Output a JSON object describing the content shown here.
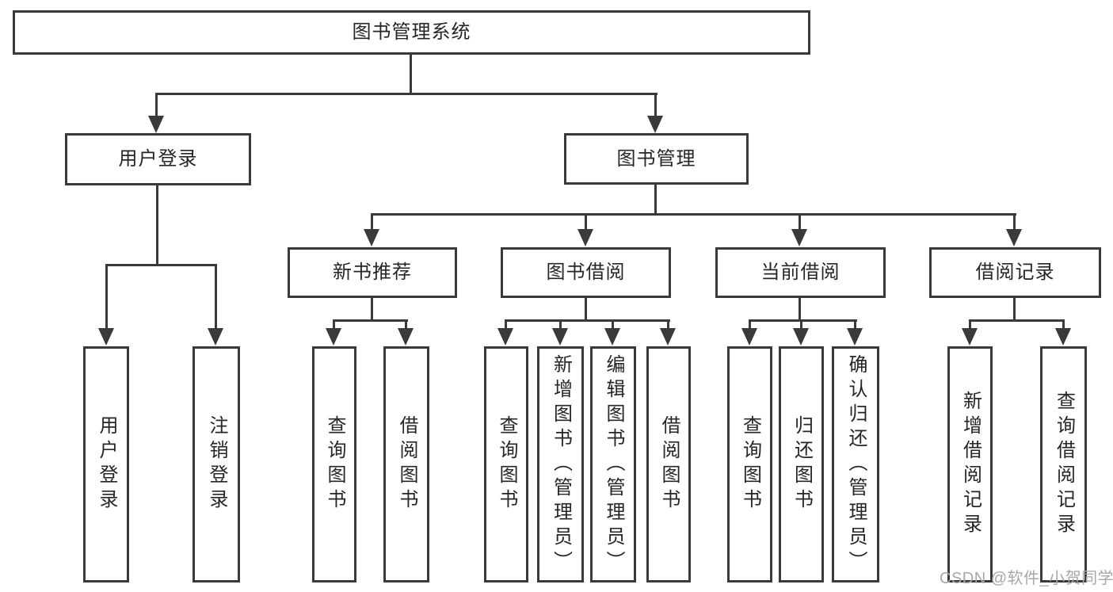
{
  "colors": {
    "line": "#3a3a3a",
    "text": "#262626",
    "watermark": "#a8a8a8",
    "background": "#ffffff"
  },
  "tree": {
    "root": {
      "label": "图书管理系统"
    },
    "branches": [
      {
        "label": "用户登录",
        "children": [
          {
            "label": "用户登录"
          },
          {
            "label": "注销登录"
          }
        ]
      },
      {
        "label": "图书管理",
        "children": [
          {
            "label": "新书推荐",
            "children": [
              {
                "label": "查询图书"
              },
              {
                "label": "借阅图书"
              }
            ]
          },
          {
            "label": "图书借阅",
            "children": [
              {
                "label": "查询图书"
              },
              {
                "label": "新增图书（管理员）"
              },
              {
                "label": "编辑图书（管理员）"
              },
              {
                "label": "借阅图书"
              }
            ]
          },
          {
            "label": "当前借阅",
            "children": [
              {
                "label": "查询图书"
              },
              {
                "label": "归还图书"
              },
              {
                "label": "确认归还（管理员）"
              }
            ]
          },
          {
            "label": "借阅记录",
            "children": [
              {
                "label": "新增借阅记录"
              },
              {
                "label": "查询借阅记录"
              }
            ]
          }
        ]
      }
    ]
  },
  "watermark": {
    "text": "CSDN @软件_小贺同学"
  }
}
